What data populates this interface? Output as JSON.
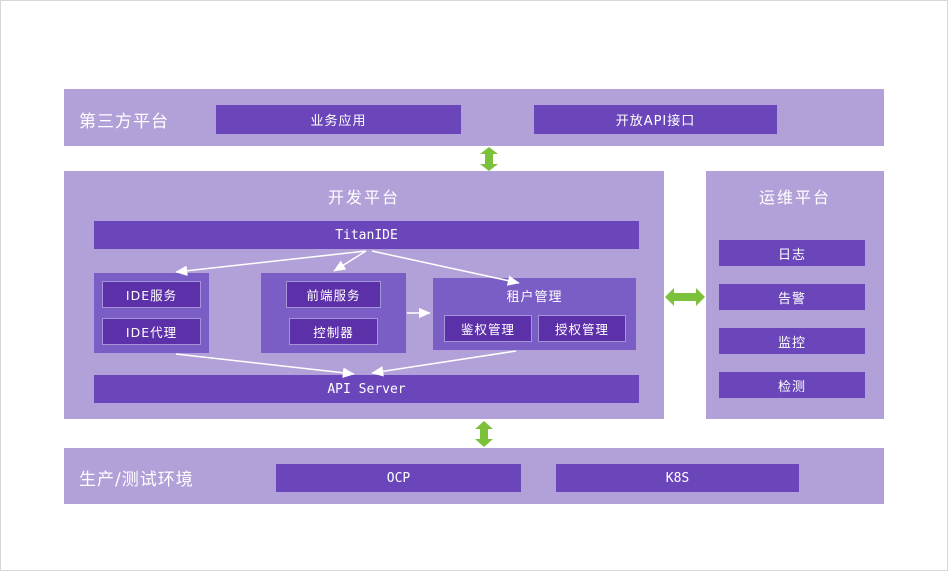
{
  "colors": {
    "panel_purple": "#b2a0d8",
    "box_purple": "#6a46ba",
    "inner_box_purple": "#5c30a8",
    "inner_box_border": "#a694d8",
    "arrow_green": "#7cc13c",
    "connector_white": "#ffffff"
  },
  "third_party": {
    "label": "第三方平台",
    "items": [
      "业务应用",
      "开放API接口"
    ]
  },
  "dev_platform": {
    "title": "开发平台",
    "titan_ide": "TitanIDE",
    "api_server": "API Server",
    "ide_group": {
      "items": [
        "IDE服务",
        "IDE代理"
      ]
    },
    "frontend_group": {
      "items": [
        "前端服务",
        "控制器"
      ]
    },
    "tenant_group": {
      "title": "租户管理",
      "items": [
        "鉴权管理",
        "授权管理"
      ]
    }
  },
  "ops_platform": {
    "title": "运维平台",
    "items": [
      "日志",
      "告警",
      "监控",
      "检测"
    ]
  },
  "production_env": {
    "label": "生产/测试环境",
    "items": [
      "OCP",
      "K8S"
    ]
  }
}
